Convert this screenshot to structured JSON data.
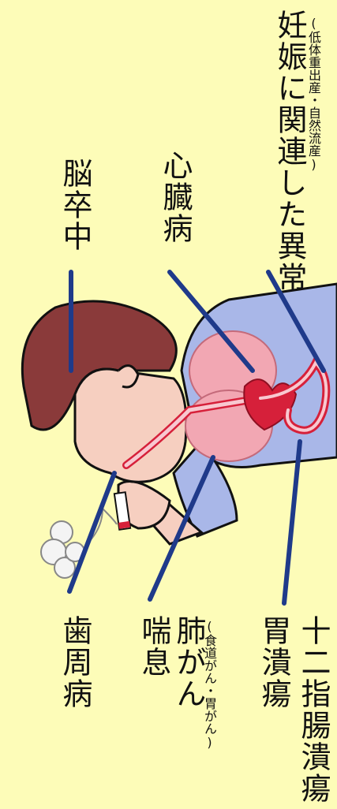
{
  "labels": {
    "stroke": "脳卒中",
    "heart_disease": "心臓病",
    "pregnancy_main": "妊娠に関連した異常",
    "pregnancy_sub": "(低体重出産・自然流産)",
    "periodontal": "歯周病",
    "asthma": "喘息",
    "lung_cancer": "肺がん",
    "cancer_sub": "(食道がん・胃がん)",
    "gastric_ulcer": "胃潰瘍",
    "duodenal_ulcer": "十二指腸潰瘍"
  },
  "colors": {
    "background": "#FDFCB8",
    "pointer_line": "#1F3A8A",
    "skin": "#F6CFC0",
    "hair": "#8A3A3A",
    "shirt": "#A9B7E8",
    "lungs": "#F2A7B3",
    "heart": "#D6203A"
  }
}
